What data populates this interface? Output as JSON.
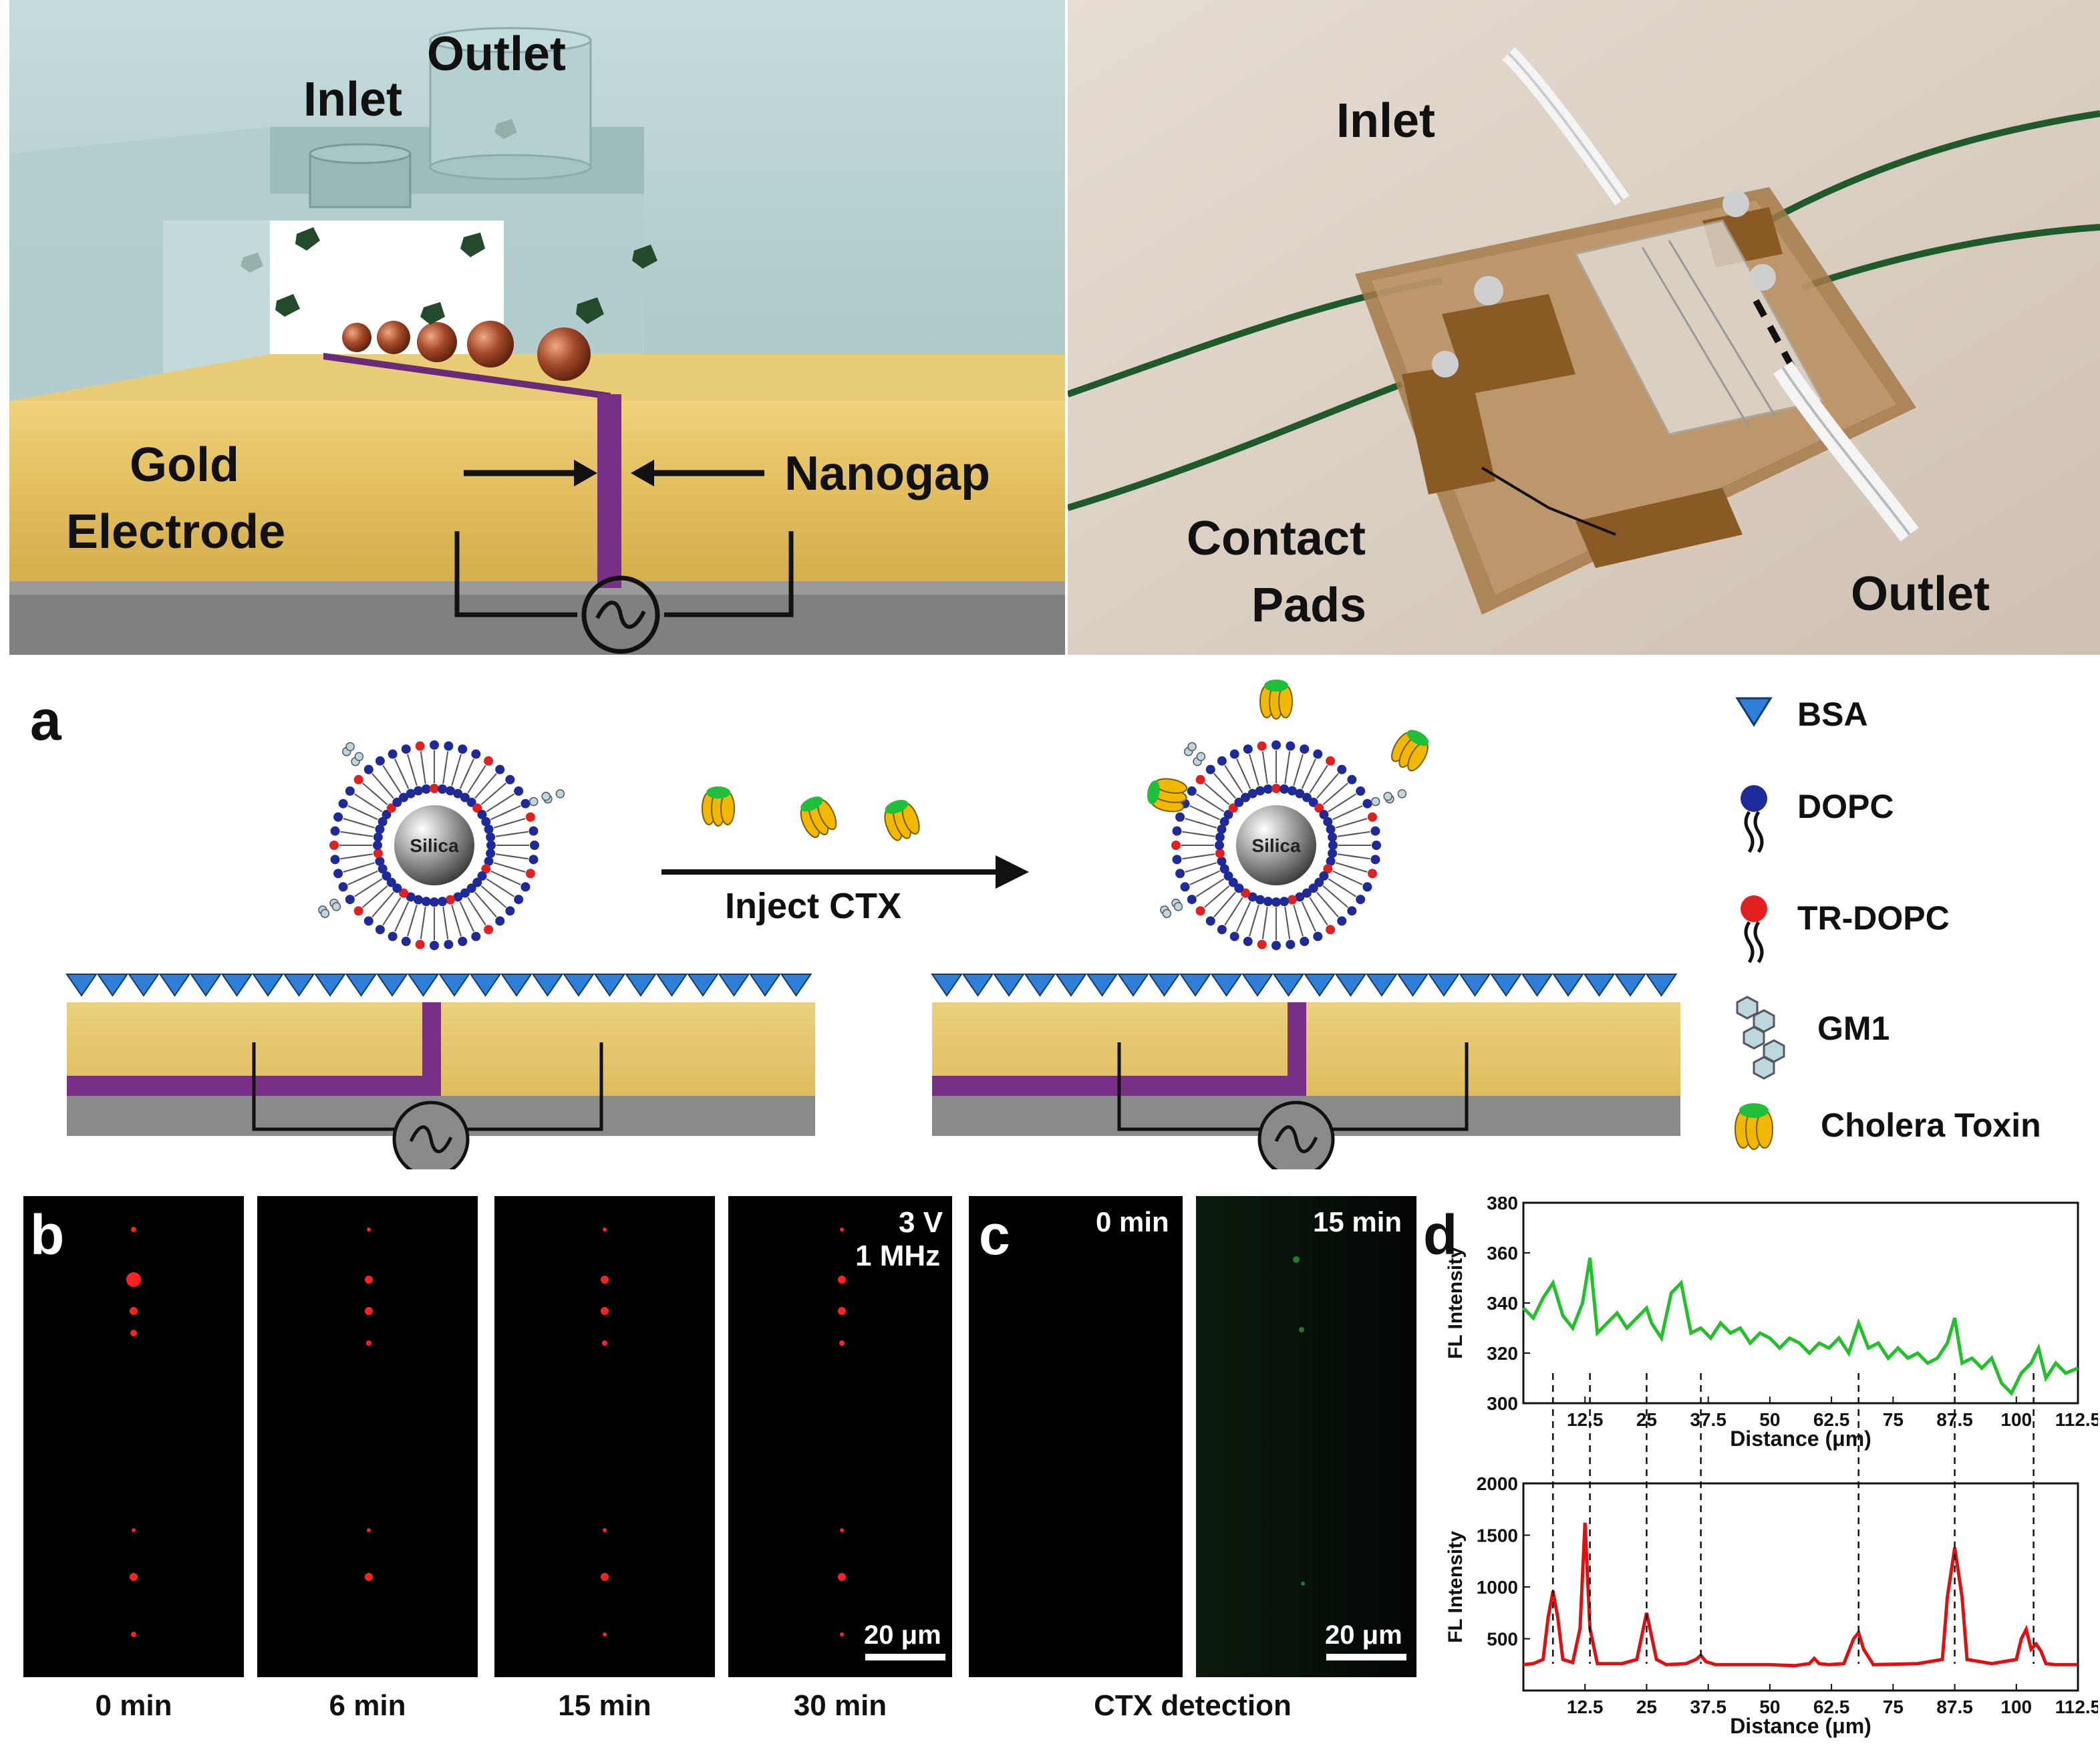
{
  "top_left": {
    "labels": {
      "inlet": "Inlet",
      "outlet": "Outlet",
      "gold_line1": "Gold",
      "gold_line2": "Electrode",
      "nanogap": "Nanogap"
    }
  },
  "top_right": {
    "labels": {
      "inlet": "Inlet",
      "outlet": "Outlet",
      "contact_line1": "Contact",
      "contact_line2": "Pads"
    }
  },
  "panel_a": {
    "letter": "a",
    "arrow_label": "Inject CTX",
    "core_label": "Silica",
    "legend": [
      {
        "name": "BSA",
        "icon": "triangle-icon"
      },
      {
        "name": "DOPC",
        "icon": "lipid-blue-icon"
      },
      {
        "name": "TR-DOPC",
        "icon": "lipid-red-icon"
      },
      {
        "name": "GM1",
        "icon": "hexagon-cluster-icon"
      },
      {
        "name": "Cholera Toxin",
        "icon": "toxin-icon"
      }
    ],
    "colors": {
      "gold": "#e4c466",
      "purple": "#7a2f86",
      "bsa": "#2f7ed8",
      "lipid_blue": "#1f2a9a",
      "lipid_red": "#e32020",
      "toxin": "#f2b800",
      "toxin_cap": "#1fbf3a"
    }
  },
  "panel_b": {
    "letter": "b",
    "frames": [
      "0 min",
      "6 min",
      "15 min",
      "30 min"
    ],
    "voltage": "3 V",
    "frequency": "1 MHz",
    "scale": "20 μm"
  },
  "panel_c": {
    "letter": "c",
    "frames": [
      "0 min",
      "15 min"
    ],
    "caption": "CTX detection",
    "scale": "20 μm"
  },
  "panel_d": {
    "letter": "d",
    "chart_data": [
      {
        "type": "line",
        "xlabel": "Distance (μm)",
        "ylabel": "FL Intensity",
        "xlim": [
          0,
          112.5
        ],
        "ylim": [
          300,
          380
        ],
        "xticks": [
          "12.5",
          "25",
          "37.5",
          "50",
          "62.5",
          "75",
          "87.5",
          "100",
          "112.5"
        ],
        "yticks": [
          "300",
          "320",
          "340",
          "360",
          "380"
        ],
        "color": "#22c02a",
        "x": [
          0,
          2,
          4,
          6,
          8,
          10,
          12,
          13.5,
          15,
          17,
          19,
          21,
          23,
          25,
          26,
          28,
          30,
          32,
          34,
          36,
          38,
          40,
          42,
          44,
          46,
          48,
          50,
          52,
          54,
          56,
          58,
          60,
          62,
          64,
          66,
          68,
          70,
          72,
          74,
          76,
          78,
          80,
          82,
          84,
          86,
          87.5,
          89,
          91,
          93,
          95,
          97,
          99,
          101,
          103,
          104.5,
          106,
          108,
          110,
          112.5
        ],
        "y": [
          338,
          334,
          342,
          348,
          335,
          330,
          340,
          358,
          328,
          332,
          336,
          330,
          334,
          338,
          332,
          326,
          344,
          348,
          328,
          330,
          326,
          332,
          328,
          330,
          324,
          328,
          326,
          322,
          326,
          324,
          320,
          324,
          322,
          326,
          320,
          332,
          322,
          324,
          318,
          322,
          318,
          320,
          316,
          318,
          324,
          334,
          316,
          318,
          314,
          318,
          308,
          304,
          312,
          316,
          322,
          310,
          316,
          312,
          314
        ]
      },
      {
        "type": "line",
        "xlabel": "Distance (μm)",
        "ylabel": "FL Intensity",
        "xlim": [
          0,
          112.5
        ],
        "ylim": [
          0,
          2000
        ],
        "xticks": [
          "12.5",
          "25",
          "37.5",
          "50",
          "62.5",
          "75",
          "87.5",
          "100",
          "112.5"
        ],
        "yticks": [
          "500",
          "1000",
          "1500",
          "2000"
        ],
        "color": "#e01010",
        "x": [
          0,
          2,
          4,
          5,
          6,
          7,
          8,
          10,
          11.5,
          12.5,
          13.5,
          15,
          20,
          23,
          25,
          27,
          29,
          33,
          35,
          36,
          37,
          39,
          45,
          50,
          55,
          58,
          59,
          60,
          62,
          65,
          67,
          68,
          69,
          71,
          80,
          85,
          86,
          87.5,
          89,
          90,
          95,
          100,
          101,
          102,
          103,
          104,
          105,
          106,
          108,
          112.5
        ],
        "y": [
          250,
          260,
          300,
          700,
          960,
          700,
          300,
          270,
          600,
          1620,
          600,
          260,
          260,
          300,
          750,
          300,
          250,
          260,
          300,
          340,
          280,
          250,
          250,
          250,
          240,
          260,
          310,
          260,
          250,
          260,
          500,
          560,
          400,
          250,
          260,
          300,
          900,
          1380,
          900,
          300,
          260,
          300,
          500,
          590,
          400,
          450,
          380,
          260,
          250,
          250
        ]
      }
    ]
  }
}
